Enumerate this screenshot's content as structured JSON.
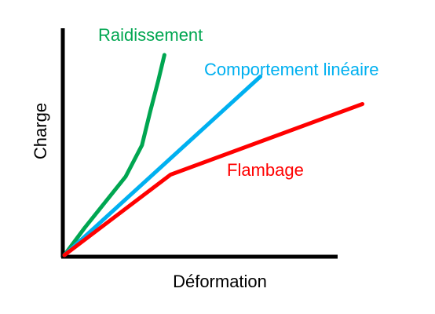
{
  "chart_data": {
    "type": "line",
    "xlabel": "Déformation",
    "ylabel": "Charge",
    "xlim": [
      0,
      10
    ],
    "ylim": [
      0,
      10
    ],
    "grid": false,
    "ticks": false,
    "series": [
      {
        "name": "Raidissement",
        "color": "#00a651",
        "x": [
          0,
          0.5,
          1.0,
          1.5,
          1.9,
          2.1,
          2.3,
          2.45
        ],
        "y": [
          0,
          1.4,
          2.7,
          4.0,
          5.6,
          7.3,
          8.9,
          10.2
        ]
      },
      {
        "name": "Comportement linéaire",
        "color": "#00b0f0",
        "x": [
          0,
          4.8
        ],
        "y": [
          0,
          9.1
        ]
      },
      {
        "name": "Flambage",
        "color": "#ff0000",
        "x": [
          0,
          2.6,
          7.3
        ],
        "y": [
          0,
          4.1,
          7.7
        ]
      }
    ]
  }
}
